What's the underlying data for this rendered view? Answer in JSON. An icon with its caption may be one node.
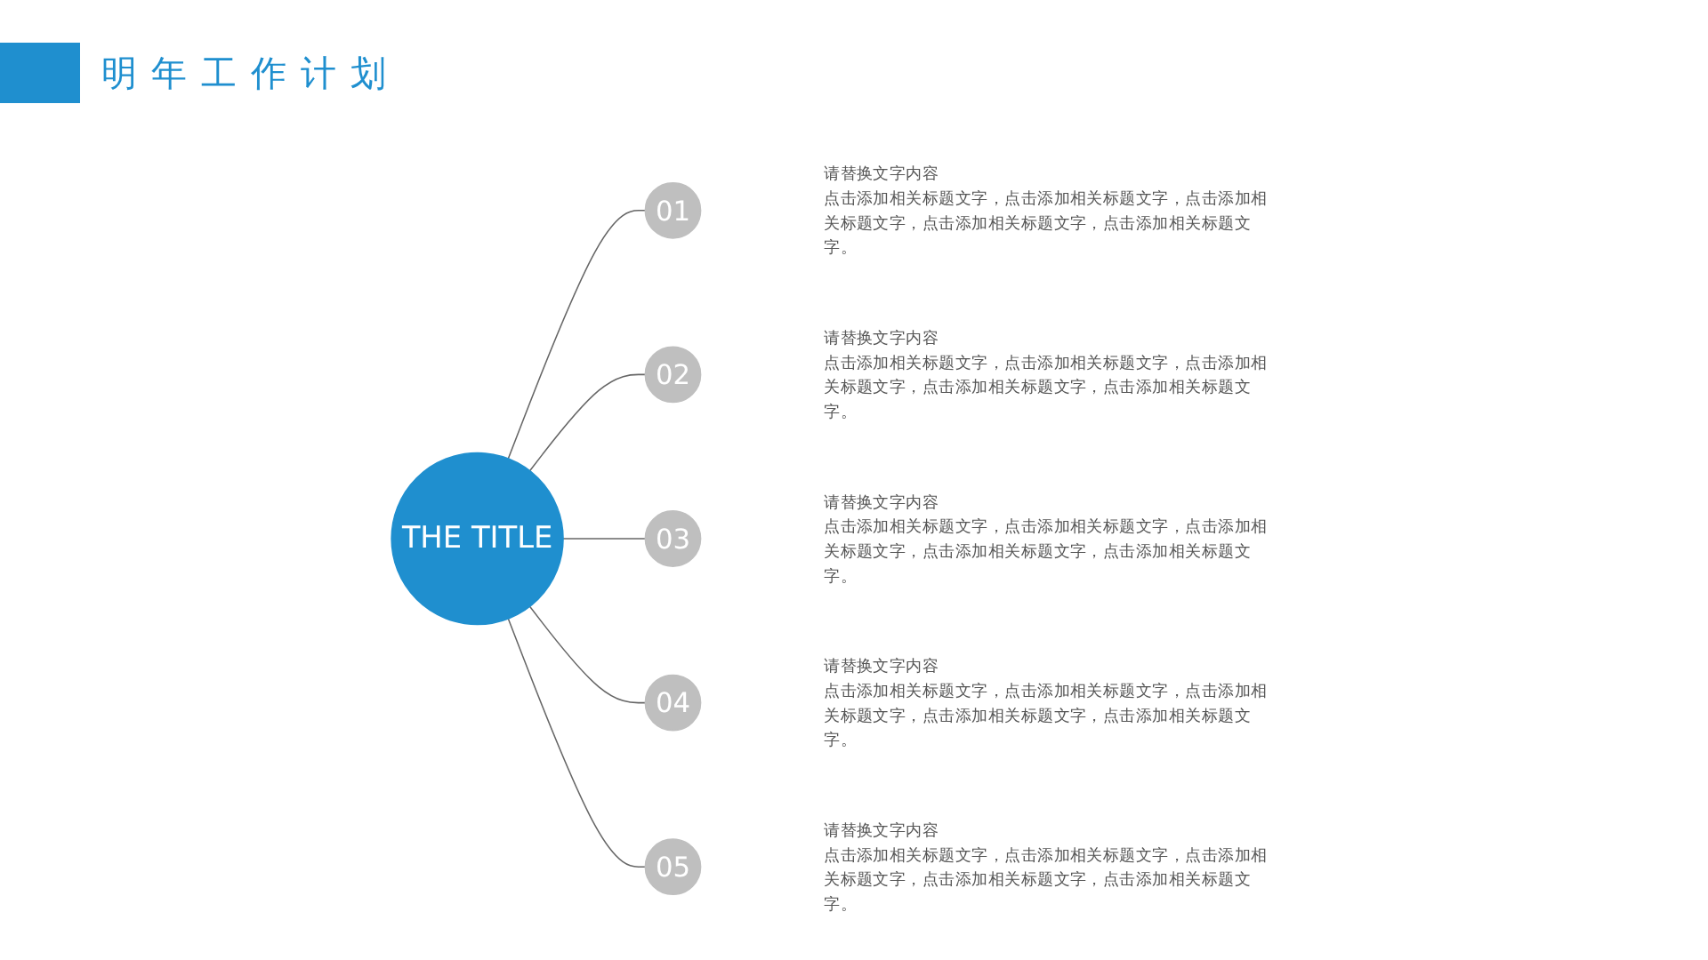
{
  "diagram": {
    "title": "明年工作计划",
    "nodes": [
      {
        "text": [
          "THE TITLE"
        ]
      },
      {
        "text": [
          "01"
        ],
        "beside": [
          "请替换文字内容",
          "点击添加相关标题文字，点击添加相关标题文字，点击添加相关标题文字，点击添加相关标题文字，点击添加相关标题文字。"
        ]
      },
      {
        "text": [
          "02"
        ],
        "beside": [
          "请替换文字内容",
          "点击添加相关标题文字，点击添加相关标题文字，点击添加相关标题文字，点击添加相关标题文字，点击添加相关标题文字。"
        ]
      },
      {
        "text": [
          "03"
        ],
        "beside": [
          "请替换文字内容",
          "点击添加相关标题文字，点击添加相关标题文字，点击添加相关标题文字，点击添加相关标题文字，点击添加相关标题文字。"
        ]
      },
      {
        "text": [
          "04"
        ],
        "beside": [
          "请替换文字内容",
          "点击添加相关标题文字，点击添加相关标题文字，点击添加相关标题文字，点击添加相关标题文字，点击添加相关标题文字。"
        ]
      },
      {
        "text": [
          "05"
        ],
        "beside": [
          "请替换文字内容",
          "点击添加相关标题文字，点击添加相关标题文字，点击添加相关标题文字，点击添加相关标题文字，点击添加相关标题文字。"
        ]
      }
    ],
    "edges": [
      {
        "from": 0,
        "to": 1,
        "arrow": "none"
      },
      {
        "from": 0,
        "to": 2,
        "arrow": "none"
      },
      {
        "from": 0,
        "to": 3,
        "arrow": "none"
      },
      {
        "from": 0,
        "to": 4,
        "arrow": "none"
      },
      {
        "from": 0,
        "to": 5,
        "arrow": "none"
      }
    ]
  }
}
